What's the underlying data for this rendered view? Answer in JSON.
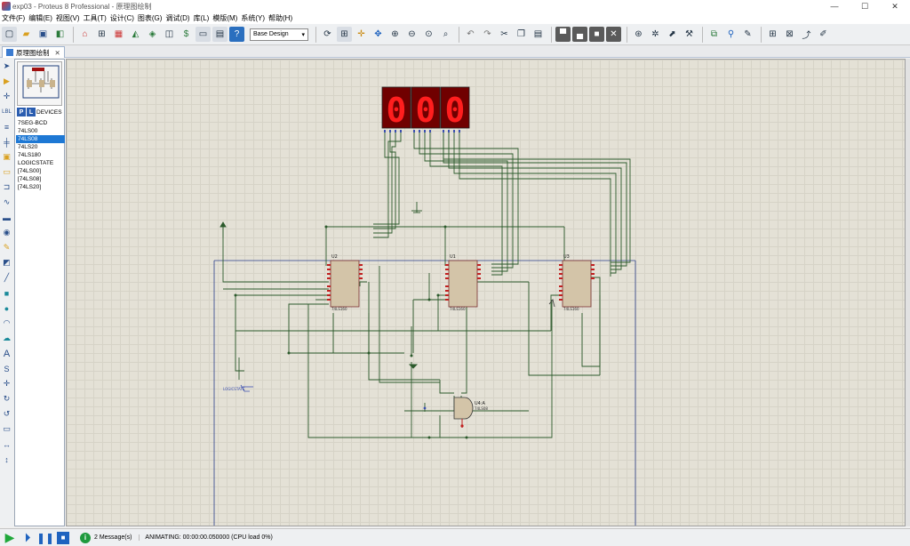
{
  "window": {
    "title": "exp03 - Proteus 8 Professional - 原理图绘制",
    "controls": {
      "minimize": "—",
      "maximize": "☐",
      "close": "✕"
    }
  },
  "menu": [
    "文件(F)",
    "编辑(E)",
    "视图(V)",
    "工具(T)",
    "设计(C)",
    "图表(G)",
    "调试(D)",
    "库(L)",
    "模版(M)",
    "系统(Y)",
    "帮助(H)"
  ],
  "toolbar": {
    "design_select": "Base Design",
    "help_glyph": "?"
  },
  "tab": {
    "label": "原理图绘制",
    "close": "✕"
  },
  "device_panel": {
    "p_button": "P",
    "l_button": "L",
    "header": "DEVICES",
    "selected_index": 2,
    "items": [
      "7SEG-BCD",
      "74LS00",
      "74LS08",
      "74LS20",
      "74LS180",
      "LOGICSTATE",
      "[74LS00]",
      "[74LS08]",
      "[74LS20]"
    ]
  },
  "schematic": {
    "display_digits": [
      "0",
      "0",
      "0"
    ],
    "chips": [
      {
        "ref": "U2",
        "part": "74LS160"
      },
      {
        "ref": "U1",
        "part": "74LS160"
      },
      {
        "ref": "U3",
        "part": "74LS160"
      }
    ],
    "gate": {
      "ref": "U4:A",
      "part": "74LS08"
    },
    "probe_label": "LOGICSTATE",
    "wire_color": "#2c5a2c",
    "segment_color": "#ff1e1e",
    "display_bg": "#700000"
  },
  "status": {
    "message_count": "2 Message(s)",
    "animation": "ANIMATING: 00:00:00.050000 (CPU load 0%)",
    "info_glyph": "i"
  }
}
